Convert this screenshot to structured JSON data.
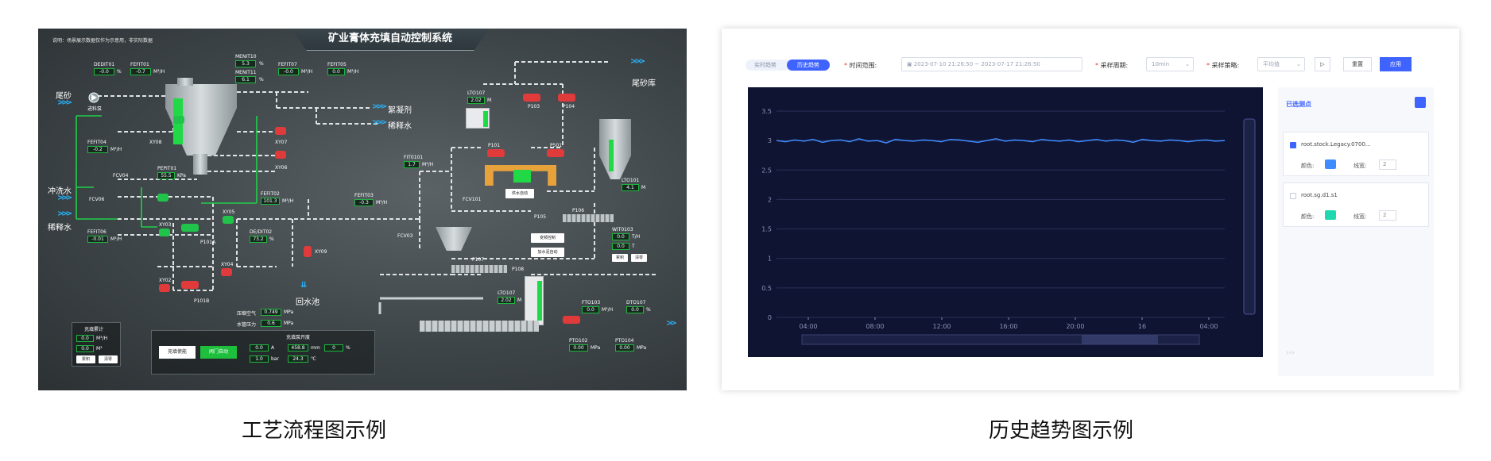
{
  "left_panel": {
    "note": "说明：场景展示数据仅作为示意用，非实际数据",
    "system_title": "矿业膏体充填自动控制系统",
    "inputs": {
      "tailings": "尾砂",
      "flocculant": "絮凝剂",
      "diluent": "稀释水",
      "flush_water": "冲洗水",
      "diluent_left": "稀释水",
      "tailings_store": "尾砂库",
      "return_pool": "回水池"
    },
    "feed_pump": "进料泵",
    "instruments": {
      "DEDIT01": {
        "label": "DEDIT01",
        "value": "-0.0",
        "unit": "%"
      },
      "FEFIT01": {
        "label": "FEFIT01",
        "value": "-0.7",
        "unit": "M³/H"
      },
      "MENIT10": {
        "label": "MENIT10",
        "value": "5.3",
        "unit": "%"
      },
      "MENIT11": {
        "label": "MENIT11",
        "value": "6.1",
        "unit": "%"
      },
      "FEFIT07": {
        "label": "FEFIT07",
        "value": "-0.0",
        "unit": "M³/H"
      },
      "FEFIT05": {
        "label": "FEFIT05",
        "value": "0.0",
        "unit": "M³/H"
      },
      "FEFIT04": {
        "label": "FEFIT04",
        "value": "-0.2",
        "unit": "M³/H"
      },
      "PEPIT01": {
        "label": "PEPIT01",
        "value": "55.5",
        "unit": "KPa"
      },
      "FEFIT02": {
        "label": "FEFIT02",
        "value": "101.3",
        "unit": "M³/H"
      },
      "FEFIT03": {
        "label": "FEFIT03",
        "value": "-0.3",
        "unit": "M³/H"
      },
      "FEFIT06": {
        "label": "FEFIT06",
        "value": "-0.01",
        "unit": "M³/H"
      },
      "DEDIT02": {
        "label": "DE/DIT02",
        "value": "73.2",
        "unit": "%"
      },
      "FIT0101": {
        "label": "FIT0101",
        "value": "1.7",
        "unit": "M³/H"
      },
      "LTO107A": {
        "label": "LTO107",
        "value": "2.02",
        "unit": "M"
      },
      "LTO101": {
        "label": "LTO101",
        "value": "4.1",
        "unit": "M"
      },
      "WIT0103": {
        "label": "WIT0103",
        "value": "0.0",
        "unit": "T/H"
      },
      "WIT0103b": {
        "value": "0.0",
        "unit": "T"
      },
      "LTO107B": {
        "label": "LTO107",
        "value": "2.02",
        "unit": "M"
      },
      "FTO103": {
        "label": "FTO103",
        "value": "0.0",
        "unit": "M³/H"
      },
      "DTO107": {
        "label": "DTO107",
        "value": "0.0",
        "unit": "%"
      },
      "PTO102": {
        "label": "PTO102",
        "value": "0.00",
        "unit": "MPa"
      },
      "PTO104": {
        "label": "PTO104",
        "value": "0.00",
        "unit": "MPa"
      },
      "air": {
        "label": "压缩空气",
        "value": "0.749",
        "unit": "MPa"
      },
      "water_p": {
        "label": "水管压力",
        "value": "0.6",
        "unit": "MPa"
      }
    },
    "equipment": {
      "XY08": "XY08",
      "XY07": "XY07",
      "XY06": "XY06",
      "XY05": "XY05",
      "XY03": "XY03",
      "XY04": "XY04",
      "XY02": "XY02",
      "XY09": "XY09",
      "FCV04": "FCV04",
      "FCV06": "FCV06",
      "FCV03": "FCV03",
      "FCV101": "FCV101",
      "P101A": "P101A",
      "P101B": "P101B",
      "P103": "P103",
      "P104": "P104",
      "P101": "P101",
      "P501": "P501",
      "P105": "P105",
      "P106": "P106",
      "P107": "P107",
      "P108": "P108"
    },
    "water_supply": "供水自动",
    "vfd_control": "变频控制",
    "cement_auto": "加水泥自动",
    "fill_total": {
      "title": "充填累计",
      "v1": "0.0",
      "u1": "M³/H",
      "v2": "0.0",
      "u2": "M³",
      "btn_accumulate": "累积",
      "btn_clear": "清零"
    },
    "wit_buttons": {
      "accumulate": "累积",
      "clear": "清零"
    },
    "fill_control": {
      "title": "充填泵开度",
      "btn_fill": "充填使能",
      "btn_valve": "阀门自动",
      "v1": "0.0",
      "u1": "A",
      "v2": "458.8",
      "u2": "mm",
      "v3": "0",
      "u3": "%",
      "v4": "1.0",
      "u4": "bar",
      "v5": "24.3",
      "u5": "℃"
    }
  },
  "right_panel": {
    "tabs": [
      "实时趋势",
      "历史趋势"
    ],
    "active_tab": 1,
    "time_range_label": "时间范围:",
    "time_range_value": "2023-07-10 21:26:50  ~  2023-07-17 21:26:50",
    "period_label": "采样周期:",
    "period_value": "10min",
    "strategy_label": "采样策略:",
    "strategy_value": "平均值",
    "reset_label": "重置",
    "apply_label": "应用",
    "selected_points_title": "已选测点",
    "points": [
      {
        "name": "root.stock.Legacy.0700...",
        "checked": true,
        "color_label": "颜色:",
        "color": "#3f8cff",
        "width_label": "线宽:",
        "width": "2"
      },
      {
        "name": "root.sg.d1.s1",
        "checked": false,
        "color_label": "颜色:",
        "color": "#20d8b0",
        "width_label": "线宽:",
        "width": "2"
      }
    ]
  },
  "chart_data": {
    "type": "line",
    "title": "",
    "xlabel": "",
    "ylabel": "",
    "x_ticks": [
      "04:00",
      "08:00",
      "12:00",
      "16:00",
      "20:00",
      "16",
      "04:00"
    ],
    "y_ticks": [
      0,
      0.5,
      1,
      1.5,
      2,
      2.5,
      3,
      3.5
    ],
    "ylim": [
      0,
      3.5
    ],
    "grid": true,
    "series": [
      {
        "color": "#3f8cff",
        "values": [
          3.0,
          2.98,
          3.01,
          2.99,
          3.02,
          2.97,
          3.0,
          3.01,
          2.98,
          3.03,
          2.99,
          3.0,
          2.96,
          3.02,
          3.0,
          2.99,
          3.01,
          3.0,
          2.98,
          3.02,
          3.01,
          2.99,
          2.97,
          3.0,
          3.03,
          2.99,
          3.01,
          3.0,
          2.98,
          3.02,
          3.0,
          2.99,
          3.01,
          2.98,
          3.0,
          3.02,
          2.99,
          3.01,
          3.0,
          2.97,
          3.02,
          3.0,
          2.99,
          3.01,
          3.0,
          2.98,
          3.0,
          3.01,
          2.99,
          3.0
        ]
      }
    ]
  },
  "captions": {
    "left": "工艺流程图示例",
    "right": "历史趋势图示例"
  }
}
